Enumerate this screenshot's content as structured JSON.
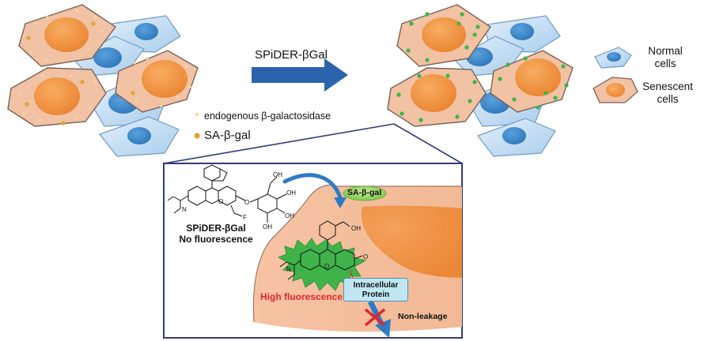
{
  "top_panel": {
    "arrow_label": "SPiDER-βGal",
    "legend": {
      "endogenous_label": "endogenous β-galactosidase",
      "sa_label": "SA-β-gal"
    },
    "cell_legend": {
      "normal_label": "Normal\ncells",
      "senescent_label": "Senescent\ncells"
    }
  },
  "inset": {
    "probe_name": "SPiDER-βGal",
    "probe_state": "No fluorescence",
    "enzyme_tag": "SA-β-gal",
    "fluorescence_label": "High fluorescence",
    "protein_label": "Intracellular\nProtein",
    "nonleakage_label": "Non-leakage",
    "chem_labels": {
      "hydroxyl": "OH",
      "oxygen": "O",
      "nitrogen": "N",
      "fluorine": "F",
      "phenolate": "O",
      "ammonium": "N"
    }
  },
  "colors": {
    "senescent_cell": "#f2c2a4",
    "senescent_nucleus": "#f0923a",
    "normal_cell": "#c3def3",
    "normal_nucleus": "#3c88cc",
    "endogenous_dot": "#f7d7a3",
    "sa_dot": "#e3a333",
    "fluorescent_dot": "#3fb34a",
    "arrow": "#2b63ac",
    "inset_border": "#2e3c7a",
    "alert_red": "#e0282e"
  }
}
